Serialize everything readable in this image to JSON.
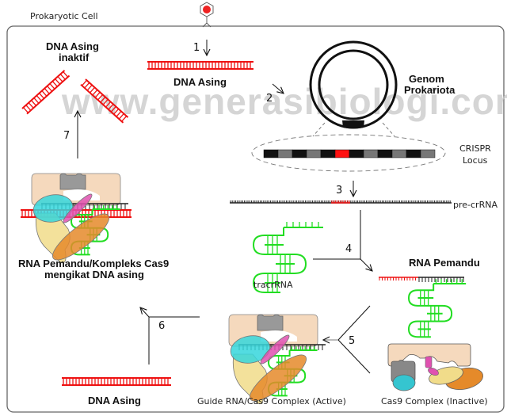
{
  "title": "Prokaryotic Cell",
  "watermark": "www.generasibiologi.com",
  "colors": {
    "dna_red": "#ee1111",
    "rna_green": "#22dd22",
    "cas9_tan": "#f5d9bd",
    "cas9_gray": "#999999",
    "cas9_cyan": "#35d6dc",
    "cas9_pink": "#e050b0",
    "cas9_yellow": "#f1dc8a",
    "cas9_orange": "#e58a2a",
    "outline": "#333333"
  },
  "labels": {
    "dna_asing_inaktif": [
      "DNA Asing",
      "inaktif"
    ],
    "dna_asing_top": "DNA Asing",
    "genom": [
      "Genom",
      "Prokariota"
    ],
    "crispr": [
      "CRISPR",
      "Locus"
    ],
    "pre_crrna": "pre-crRNA",
    "tracrrna": "tracrRNA",
    "rna_pemandu": "RNA Pemandu",
    "bound_complex": [
      "RNA Pemandu/Kompleks Cas9",
      "mengikat DNA asing"
    ],
    "dna_asing_bottom": "DNA Asing",
    "active_complex": "Guide RNA/Cas9 Complex (Active)",
    "inactive_complex": "Cas9 Complex (Inactive)"
  },
  "steps": [
    "1",
    "2",
    "3",
    "4",
    "5",
    "6",
    "7"
  ],
  "crispr_locus_segments": [
    "black",
    "gray",
    "black",
    "gray",
    "black",
    "red",
    "black",
    "gray",
    "black",
    "gray",
    "black",
    "gray"
  ],
  "icons": {
    "phage": "bacteriophage-icon"
  }
}
